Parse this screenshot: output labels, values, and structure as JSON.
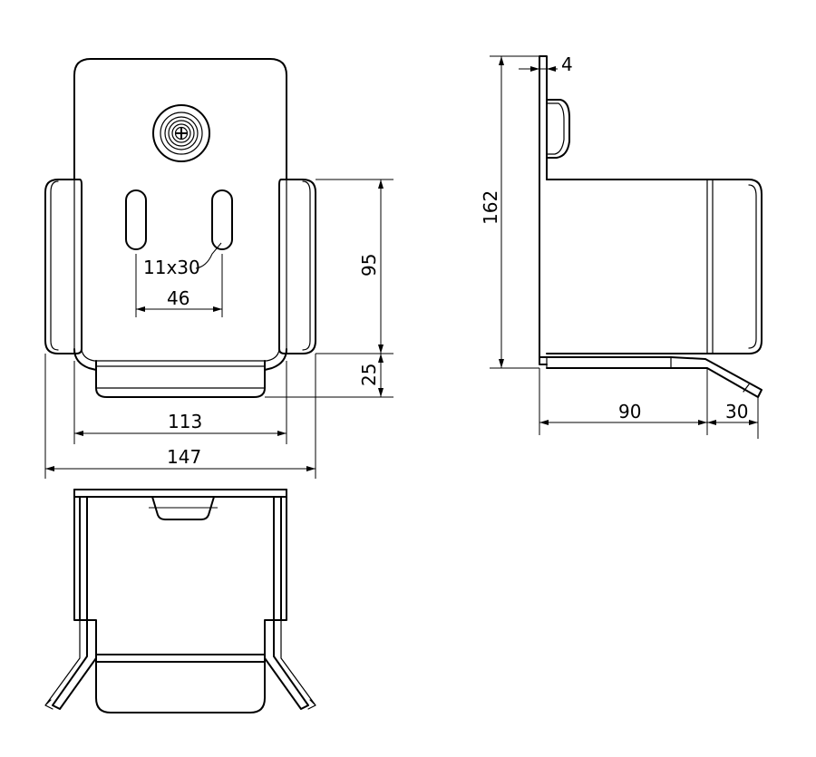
{
  "drawing": {
    "front_view": {
      "dimensions": {
        "slot_size": "11x30",
        "slot_spacing": "46",
        "arm_height": "95",
        "tray_height": "25",
        "inner_width": "113",
        "overall_width": "147"
      }
    },
    "side_view": {
      "dimensions": {
        "plate_thickness": "4",
        "overall_height": "162",
        "depth": "90",
        "lip_length": "30"
      }
    },
    "bottom_view": {}
  }
}
